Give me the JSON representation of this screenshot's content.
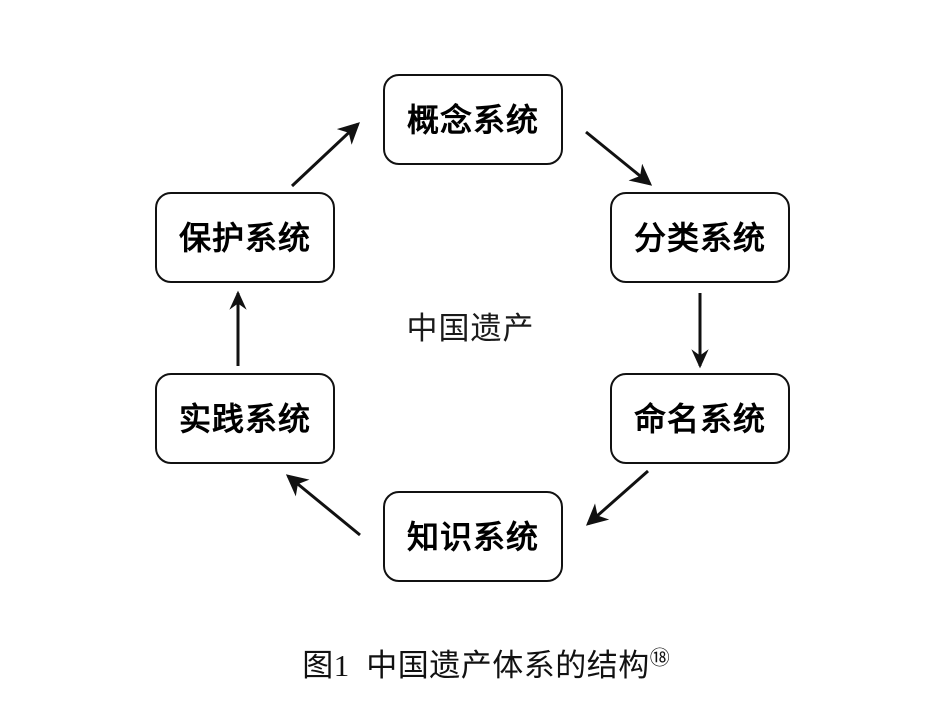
{
  "figure": {
    "caption_text": "图1  中国遗产体系的结构",
    "caption_note": "⑱",
    "center_label": "中国遗产",
    "background_color": "#ffffff",
    "line_color": "#111111"
  },
  "nodes": [
    {
      "id": "concept",
      "label": "概念系统",
      "position": "top"
    },
    {
      "id": "classify",
      "label": "分类系统",
      "position": "upper-right"
    },
    {
      "id": "naming",
      "label": "命名系统",
      "position": "lower-right"
    },
    {
      "id": "knowledge",
      "label": "知识系统",
      "position": "bottom"
    },
    {
      "id": "practice",
      "label": "实践系统",
      "position": "lower-left"
    },
    {
      "id": "protect",
      "label": "保护系统",
      "position": "upper-left"
    }
  ],
  "edges": [
    {
      "id": "edge-concept-classify",
      "from": "概念系统",
      "to": "分类系统",
      "direction": "diagonal-down-right"
    },
    {
      "id": "edge-classify-naming",
      "from": "分类系统",
      "to": "命名系统",
      "direction": "down"
    },
    {
      "id": "edge-naming-knowledge",
      "from": "命名系统",
      "to": "知识系统",
      "direction": "diagonal-down-left"
    },
    {
      "id": "edge-knowledge-practice",
      "from": "知识系统",
      "to": "实践系统",
      "direction": "diagonal-up-left"
    },
    {
      "id": "edge-practice-protect",
      "from": "实践系统",
      "to": "保护系统",
      "direction": "up"
    },
    {
      "id": "edge-protect-concept",
      "from": "保护系统",
      "to": "概念系统",
      "direction": "diagonal-up-right"
    }
  ]
}
